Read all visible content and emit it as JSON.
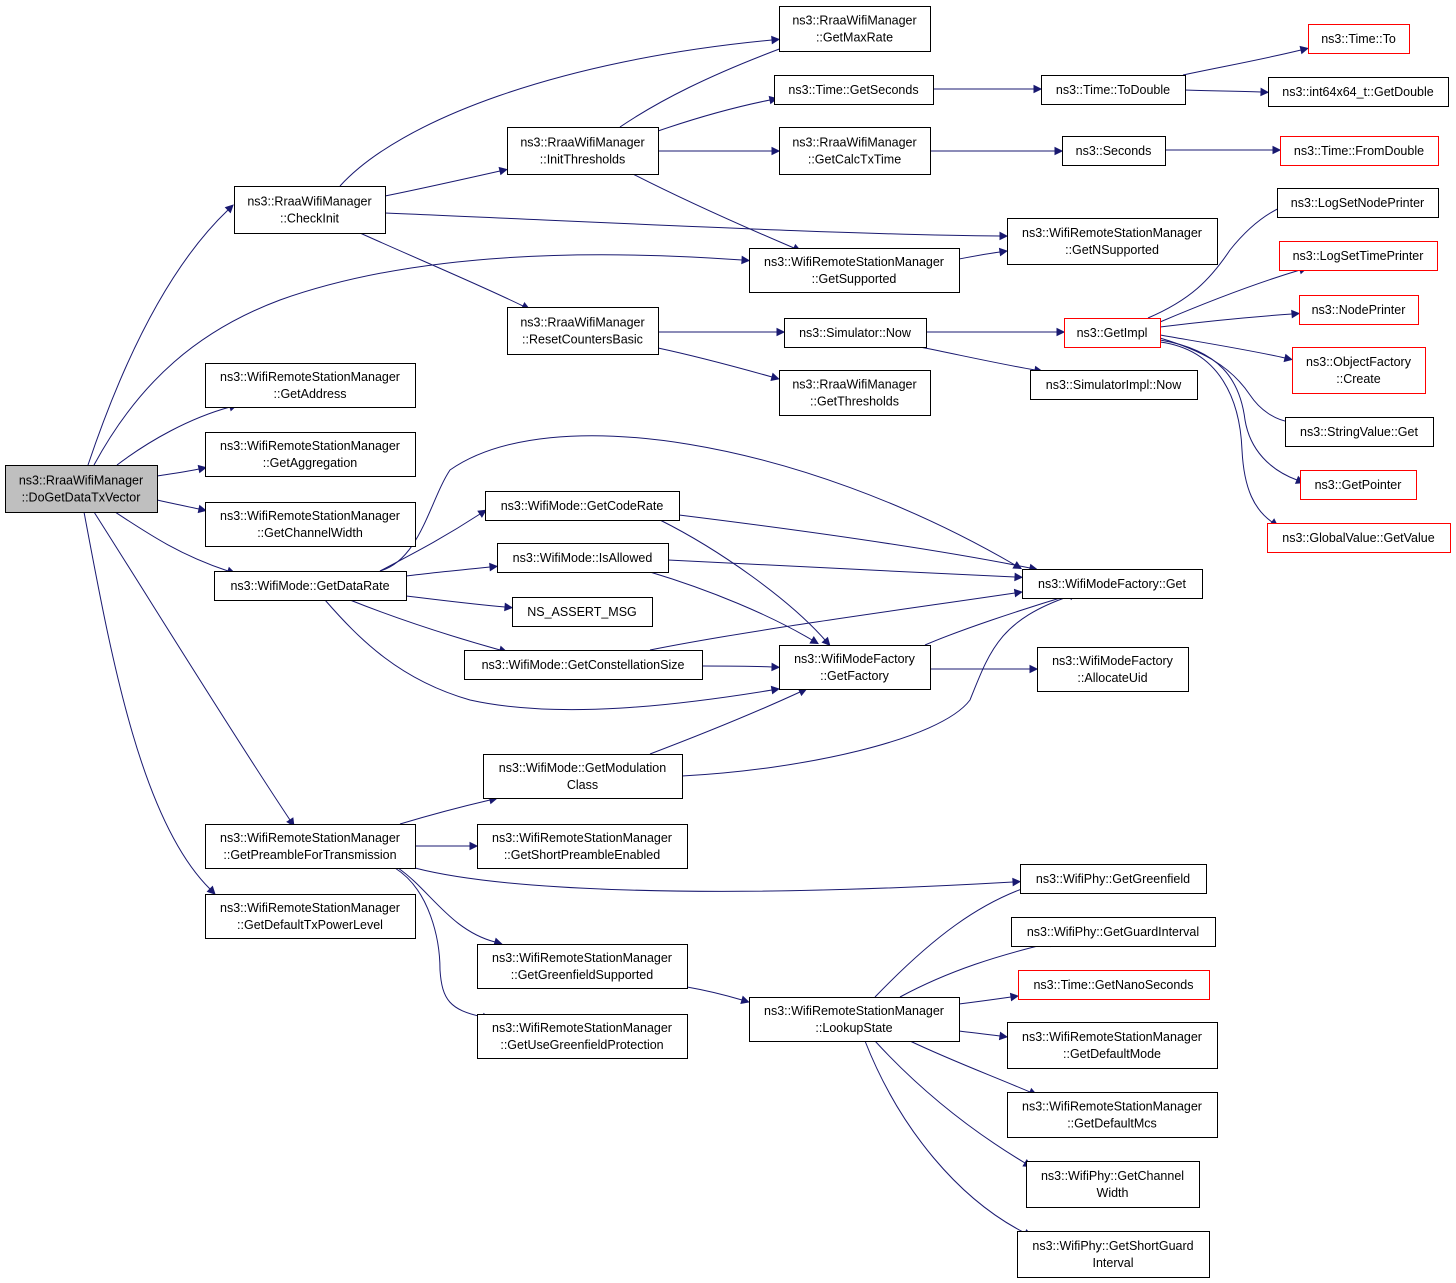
{
  "colors": {
    "edge": "#191970",
    "node_border": "#000000",
    "truncated_border": "#ff0000",
    "root_fill": "#bfbfbf",
    "node_fill": "#ffffff"
  },
  "nodes": [
    {
      "id": "n0",
      "lines": [
        "ns3::RraaWifiManager",
        "::DoGetDataTxVector"
      ],
      "root": true
    },
    {
      "id": "n1",
      "lines": [
        "ns3::RraaWifiManager",
        "::CheckInit"
      ]
    },
    {
      "id": "n2",
      "lines": [
        "ns3::WifiRemoteStationManager",
        "::GetAddress"
      ]
    },
    {
      "id": "n3",
      "lines": [
        "ns3::WifiRemoteStationManager",
        "::GetAggregation"
      ]
    },
    {
      "id": "n4",
      "lines": [
        "ns3::WifiRemoteStationManager",
        "::GetChannelWidth"
      ]
    },
    {
      "id": "n5",
      "lines": [
        "ns3::WifiMode::GetDataRate"
      ]
    },
    {
      "id": "n6",
      "lines": [
        "ns3::WifiRemoteStationManager",
        "::GetPreambleForTransmission"
      ]
    },
    {
      "id": "n7",
      "lines": [
        "ns3::WifiRemoteStationManager",
        "::GetDefaultTxPowerLevel"
      ]
    },
    {
      "id": "n8",
      "lines": [
        "ns3::RraaWifiManager",
        "::InitThresholds"
      ]
    },
    {
      "id": "n9",
      "lines": [
        "ns3::RraaWifiManager",
        "::ResetCountersBasic"
      ]
    },
    {
      "id": "n10",
      "lines": [
        "ns3::WifiMode::GetCodeRate"
      ]
    },
    {
      "id": "n11",
      "lines": [
        "ns3::WifiMode::IsAllowed"
      ]
    },
    {
      "id": "n12",
      "lines": [
        "NS_ASSERT_MSG"
      ]
    },
    {
      "id": "n13",
      "lines": [
        "ns3::WifiMode::GetConstellationSize"
      ]
    },
    {
      "id": "n14",
      "lines": [
        "ns3::WifiMode::GetModulation",
        "Class"
      ]
    },
    {
      "id": "n15",
      "lines": [
        "ns3::WifiRemoteStationManager",
        "::GetShortPreambleEnabled"
      ]
    },
    {
      "id": "n16",
      "lines": [
        "ns3::WifiRemoteStationManager",
        "::GetGreenfieldSupported"
      ]
    },
    {
      "id": "n17",
      "lines": [
        "ns3::WifiRemoteStationManager",
        "::GetUseGreenfieldProtection"
      ]
    },
    {
      "id": "n18",
      "lines": [
        "ns3::RraaWifiManager",
        "::GetMaxRate"
      ]
    },
    {
      "id": "n19",
      "lines": [
        "ns3::Time::GetSeconds"
      ]
    },
    {
      "id": "n20",
      "lines": [
        "ns3::RraaWifiManager",
        "::GetCalcTxTime"
      ]
    },
    {
      "id": "n21",
      "lines": [
        "ns3::WifiRemoteStationManager",
        "::GetSupported"
      ]
    },
    {
      "id": "n22",
      "lines": [
        "ns3::Simulator::Now"
      ]
    },
    {
      "id": "n23",
      "lines": [
        "ns3::RraaWifiManager",
        "::GetThresholds"
      ]
    },
    {
      "id": "n24",
      "lines": [
        "ns3::WifiModeFactory",
        "::GetFactory"
      ]
    },
    {
      "id": "n25",
      "lines": [
        "ns3::WifiRemoteStationManager",
        "::LookupState"
      ]
    },
    {
      "id": "n26",
      "lines": [
        "ns3::Time::ToDouble"
      ]
    },
    {
      "id": "n27",
      "lines": [
        "ns3::Seconds"
      ]
    },
    {
      "id": "n28",
      "lines": [
        "ns3::WifiRemoteStationManager",
        "::GetNSupported"
      ]
    },
    {
      "id": "n29",
      "lines": [
        "ns3::GetImpl"
      ],
      "truncated": true
    },
    {
      "id": "n30",
      "lines": [
        "ns3::SimulatorImpl::Now"
      ]
    },
    {
      "id": "n31",
      "lines": [
        "ns3::WifiModeFactory::Get"
      ]
    },
    {
      "id": "n32",
      "lines": [
        "ns3::WifiModeFactory",
        "::AllocateUid"
      ]
    },
    {
      "id": "n33",
      "lines": [
        "ns3::WifiPhy::GetGreenfield"
      ]
    },
    {
      "id": "n34",
      "lines": [
        "ns3::WifiPhy::GetGuardInterval"
      ]
    },
    {
      "id": "n35",
      "lines": [
        "ns3::Time::GetNanoSeconds"
      ],
      "truncated": true
    },
    {
      "id": "n36",
      "lines": [
        "ns3::WifiRemoteStationManager",
        "::GetDefaultMode"
      ]
    },
    {
      "id": "n37",
      "lines": [
        "ns3::WifiRemoteStationManager",
        "::GetDefaultMcs"
      ]
    },
    {
      "id": "n38",
      "lines": [
        "ns3::WifiPhy::GetChannel",
        "Width"
      ]
    },
    {
      "id": "n39",
      "lines": [
        "ns3::WifiPhy::GetShortGuard",
        "Interval"
      ]
    },
    {
      "id": "n40",
      "lines": [
        "ns3::Time::To"
      ],
      "truncated": true
    },
    {
      "id": "n41",
      "lines": [
        "ns3::int64x64_t::GetDouble"
      ]
    },
    {
      "id": "n42",
      "lines": [
        "ns3::Time::FromDouble"
      ],
      "truncated": true
    },
    {
      "id": "n43",
      "lines": [
        "ns3::LogSetNodePrinter"
      ]
    },
    {
      "id": "n44",
      "lines": [
        "ns3::LogSetTimePrinter"
      ],
      "truncated": true
    },
    {
      "id": "n45",
      "lines": [
        "ns3::NodePrinter"
      ],
      "truncated": true
    },
    {
      "id": "n46",
      "lines": [
        "ns3::ObjectFactory",
        "::Create"
      ],
      "truncated": true
    },
    {
      "id": "n47",
      "lines": [
        "ns3::StringValue::Get"
      ]
    },
    {
      "id": "n48",
      "lines": [
        "ns3::GetPointer"
      ],
      "truncated": true
    },
    {
      "id": "n49",
      "lines": [
        "ns3::GlobalValue::GetValue"
      ],
      "truncated": true
    }
  ],
  "edges": [
    {
      "from": "n0",
      "to": "n1"
    },
    {
      "from": "n0",
      "to": "n21"
    },
    {
      "from": "n0",
      "to": "n2"
    },
    {
      "from": "n0",
      "to": "n3"
    },
    {
      "from": "n0",
      "to": "n4"
    },
    {
      "from": "n0",
      "to": "n5"
    },
    {
      "from": "n0",
      "to": "n6"
    },
    {
      "from": "n0",
      "to": "n7"
    },
    {
      "from": "n1",
      "to": "n18"
    },
    {
      "from": "n1",
      "to": "n8"
    },
    {
      "from": "n1",
      "to": "n28"
    },
    {
      "from": "n1",
      "to": "n9"
    },
    {
      "from": "n8",
      "to": "n18"
    },
    {
      "from": "n8",
      "to": "n19"
    },
    {
      "from": "n8",
      "to": "n20"
    },
    {
      "from": "n8",
      "to": "n21"
    },
    {
      "from": "n19",
      "to": "n26"
    },
    {
      "from": "n26",
      "to": "n40"
    },
    {
      "from": "n26",
      "to": "n41"
    },
    {
      "from": "n20",
      "to": "n27"
    },
    {
      "from": "n27",
      "to": "n42"
    },
    {
      "from": "n21",
      "to": "n28"
    },
    {
      "from": "n9",
      "to": "n22"
    },
    {
      "from": "n9",
      "to": "n23"
    },
    {
      "from": "n22",
      "to": "n29"
    },
    {
      "from": "n22",
      "to": "n30"
    },
    {
      "from": "n29",
      "to": "n43"
    },
    {
      "from": "n29",
      "to": "n44"
    },
    {
      "from": "n29",
      "to": "n45"
    },
    {
      "from": "n29",
      "to": "n46"
    },
    {
      "from": "n29",
      "to": "n47"
    },
    {
      "from": "n29",
      "to": "n48"
    },
    {
      "from": "n29",
      "to": "n49"
    },
    {
      "from": "n5",
      "to": "n10"
    },
    {
      "from": "n5",
      "to": "n31"
    },
    {
      "from": "n5",
      "to": "n11"
    },
    {
      "from": "n5",
      "to": "n12"
    },
    {
      "from": "n5",
      "to": "n13"
    },
    {
      "from": "n5",
      "to": "n24"
    },
    {
      "from": "n10",
      "to": "n31"
    },
    {
      "from": "n10",
      "to": "n24"
    },
    {
      "from": "n11",
      "to": "n31"
    },
    {
      "from": "n11",
      "to": "n24"
    },
    {
      "from": "n13",
      "to": "n31"
    },
    {
      "from": "n13",
      "to": "n24"
    },
    {
      "from": "n24",
      "to": "n31"
    },
    {
      "from": "n24",
      "to": "n32"
    },
    {
      "from": "n14",
      "to": "n24"
    },
    {
      "from": "n14",
      "to": "n31"
    },
    {
      "from": "n6",
      "to": "n14"
    },
    {
      "from": "n6",
      "to": "n15"
    },
    {
      "from": "n6",
      "to": "n33"
    },
    {
      "from": "n6",
      "to": "n16"
    },
    {
      "from": "n6",
      "to": "n17"
    },
    {
      "from": "n16",
      "to": "n25"
    },
    {
      "from": "n25",
      "to": "n33"
    },
    {
      "from": "n25",
      "to": "n34"
    },
    {
      "from": "n25",
      "to": "n35"
    },
    {
      "from": "n25",
      "to": "n36"
    },
    {
      "from": "n25",
      "to": "n37"
    },
    {
      "from": "n25",
      "to": "n38"
    },
    {
      "from": "n25",
      "to": "n39"
    }
  ]
}
